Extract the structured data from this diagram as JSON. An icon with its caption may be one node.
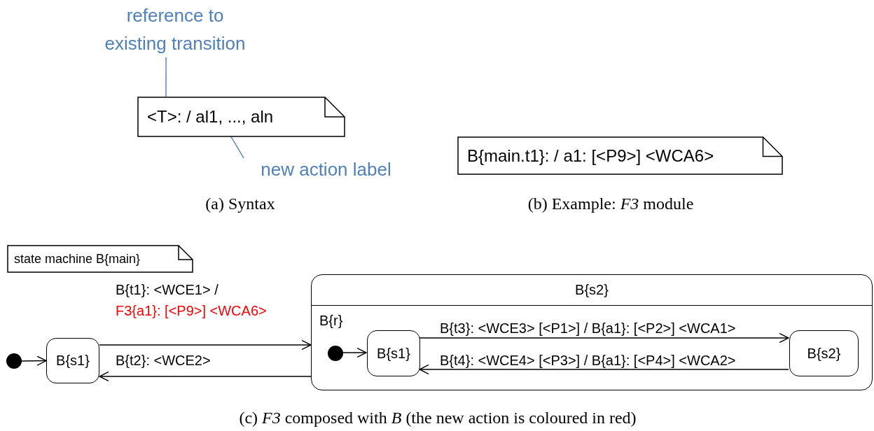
{
  "diagram": {
    "nodes": [
      {
        "text": [
          "reference to existing transition"
        ]
      },
      {
        "text": [
          "<T>: / al1, ..., aln"
        ]
      },
      {
        "text": [
          "new action label"
        ]
      },
      {
        "text": [
          "B{main.t1}: / a1: [<P9>] <WCA6>"
        ]
      },
      {
        "text": [
          "state machine B{main}"
        ]
      },
      {
        "text": [],
        "shape": "circle"
      },
      {
        "text": [
          "B{s1}"
        ]
      },
      {
        "text": [
          "B{s2}",
          "B{r}"
        ]
      },
      {
        "text": [],
        "shape": "circle",
        "in": 7
      },
      {
        "text": [
          "B{s1}"
        ],
        "in": 7
      },
      {
        "text": [
          "B{s2}"
        ],
        "in": 7
      }
    ],
    "edges": [
      {
        "from": 0,
        "to": 1,
        "arrow": "none",
        "color": "#4f81bd"
      },
      {
        "from": 2,
        "to": 1,
        "arrow": "none",
        "color": "#4f81bd"
      },
      {
        "from": 5,
        "to": 6,
        "arrow": "to"
      },
      {
        "from": 6,
        "to": 7,
        "arrow": "to",
        "label": "B{t1}: <WCE1> / F3{a1}: [<P9>] <WCA6>"
      },
      {
        "from": 7,
        "to": 6,
        "arrow": "to",
        "label": "B{t2}: <WCE2>"
      },
      {
        "from": 8,
        "to": 9,
        "arrow": "to"
      },
      {
        "from": 9,
        "to": 10,
        "arrow": "to",
        "label": "B{t3}: <WCE3> [<P1>] / B{a1}: [<P2>] <WCA1>"
      },
      {
        "from": 10,
        "to": 9,
        "arrow": "to",
        "label": "B{t4}: <WCE4> [<P3>] / B{a1}: [<P4>] <WCA2>"
      }
    ],
    "labels": [
      "(a) Syntax",
      "(b) Example: *F3* module",
      "(c) *F3* composed with *B* (the new action is coloured in red)"
    ]
  }
}
